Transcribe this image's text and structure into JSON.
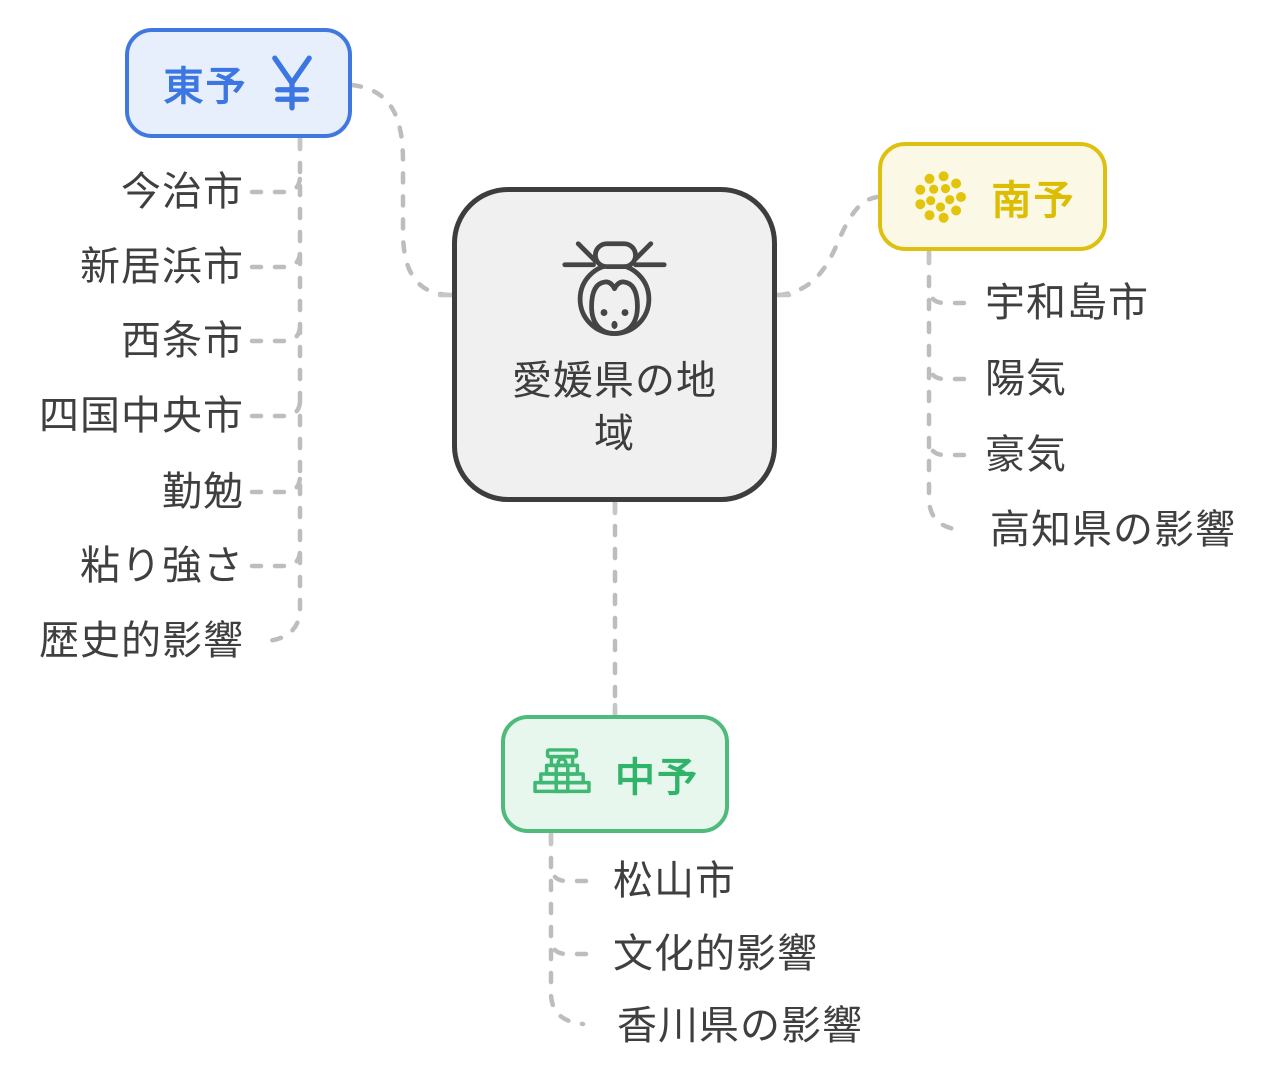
{
  "root": {
    "label": "愛媛県の地域",
    "icon": "japanese-woman-face-icon",
    "border_color": "#3d3d3d",
    "fill_color": "#f0f0f0",
    "text_color": "#3d3d3d"
  },
  "branches": [
    {
      "id": "toyo",
      "label": "東予",
      "icon": "yen-icon",
      "border_color": "#4178e0",
      "fill_color": "#e8effc",
      "text_color": "#3b76e2",
      "items": [
        "今治市",
        "新居浜市",
        "西条市",
        "四国中央市",
        "勤勉",
        "粘り強さ",
        "歴史的影響"
      ]
    },
    {
      "id": "nanyo",
      "label": "南予",
      "icon": "dotted-sun-icon",
      "border_color": "#ddc010",
      "fill_color": "#fbf8e5",
      "text_color": "#dcbd02",
      "items": [
        "宇和島市",
        "陽気",
        "豪気",
        "高知県の影響"
      ]
    },
    {
      "id": "chuyo",
      "label": "中予",
      "icon": "stepped-pyramid-icon",
      "border_color": "#4eba7b",
      "fill_color": "#e7f7ee",
      "text_color": "#2fb469",
      "items": [
        "松山市",
        "文化的影響",
        "香川県の影響"
      ]
    }
  ],
  "connector_color": "#bdbdbd",
  "leaf_text_color": "#3f3f3f"
}
